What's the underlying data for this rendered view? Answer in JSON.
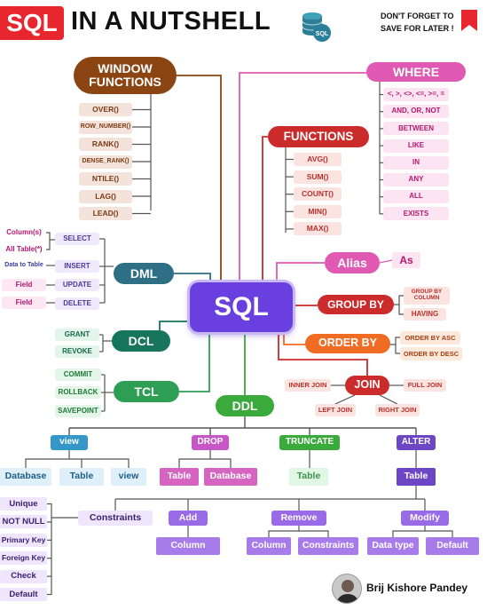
{
  "header": {
    "logo": "SQL",
    "title": "IN A NUTSHELL",
    "icon_text": "SQL",
    "note_line1": "DON'T FORGET TO",
    "note_line2": "SAVE FOR LATER !"
  },
  "center": "SQL",
  "window": {
    "line1": "WINDOW",
    "line2": "FUNCTIONS",
    "items": [
      "OVER()",
      "ROW_NUMBER()",
      "RANK()",
      "DENSE_RANK()",
      "NTILE()",
      "LAG()",
      "LEAD()"
    ]
  },
  "where": {
    "title": "WHERE",
    "items": [
      "<, >, <>, <=, >=, =",
      "AND, OR, NOT",
      "BETWEEN",
      "LIKE",
      "IN",
      "ANY",
      "ALL",
      "EXISTS"
    ]
  },
  "functions": {
    "title": "FUNCTIONS",
    "items": [
      "AVG()",
      "SUM()",
      "COUNT()",
      "MIN()",
      "MAX()"
    ]
  },
  "alias": {
    "title": "Alias",
    "value": "As"
  },
  "dml": {
    "title": "DML",
    "items": [
      "SELECT",
      "INSERT",
      "UPDATE",
      "DELETE"
    ],
    "notes": [
      "Column(s)",
      "All Table(*)",
      "Data to Table",
      "Field",
      "Field"
    ]
  },
  "group_by": {
    "title": "GROUP BY",
    "line1": "GROUP BY",
    "line2": "COLUMN",
    "having": "HAVING"
  },
  "order_by": {
    "title": "ORDER BY",
    "items": [
      "ORDER BY ASC",
      "ORDER BY DESC"
    ]
  },
  "join": {
    "title": "JOIN",
    "items": [
      "INNER JOIN",
      "FULL JOIN",
      "LEFT JOIN",
      "RIGHT JOIN"
    ]
  },
  "dcl": {
    "title": "DCL",
    "items": [
      "GRANT",
      "REVOKE"
    ]
  },
  "tcl": {
    "title": "TCL",
    "items": [
      "COMMIT",
      "ROLLBACK",
      "SAVEPOINT"
    ]
  },
  "ddl": {
    "title": "DDL",
    "view": {
      "title": "view",
      "items": [
        "Database",
        "Table",
        "view"
      ]
    },
    "drop": {
      "title": "DROP",
      "items": [
        "Table",
        "Database"
      ]
    },
    "truncate": {
      "title": "TRUNCATE",
      "items": [
        "Table"
      ]
    },
    "alter": {
      "title": "ALTER",
      "table": "Table"
    },
    "add": {
      "title": "Add",
      "items": [
        "Column"
      ]
    },
    "remove": {
      "title": "Remove",
      "items": [
        "Column",
        "Constraints"
      ]
    },
    "modify": {
      "title": "Modify",
      "items": [
        "Data type",
        "Default"
      ]
    },
    "constraints": {
      "title": "Constraints",
      "items": [
        "Unique",
        "NOT NULL",
        "Primary Key",
        "Foreign Key",
        "Check",
        "Default"
      ]
    }
  },
  "author": "Brij Kishore Pandey",
  "colors": {
    "window": "#8b4513",
    "where": "#e05ab4",
    "functions": "#cc2b2b",
    "dml": "#2e6f86",
    "center": "#6a3fe0",
    "orange": "#ef6c22",
    "dcl": "#16755a",
    "tcl": "#2e9e55",
    "ddl": "#3aaa3c",
    "view": "#3596c8",
    "drop": "#c756c7",
    "alter": "#6d46c6",
    "constraint": "#8a3fd0"
  }
}
